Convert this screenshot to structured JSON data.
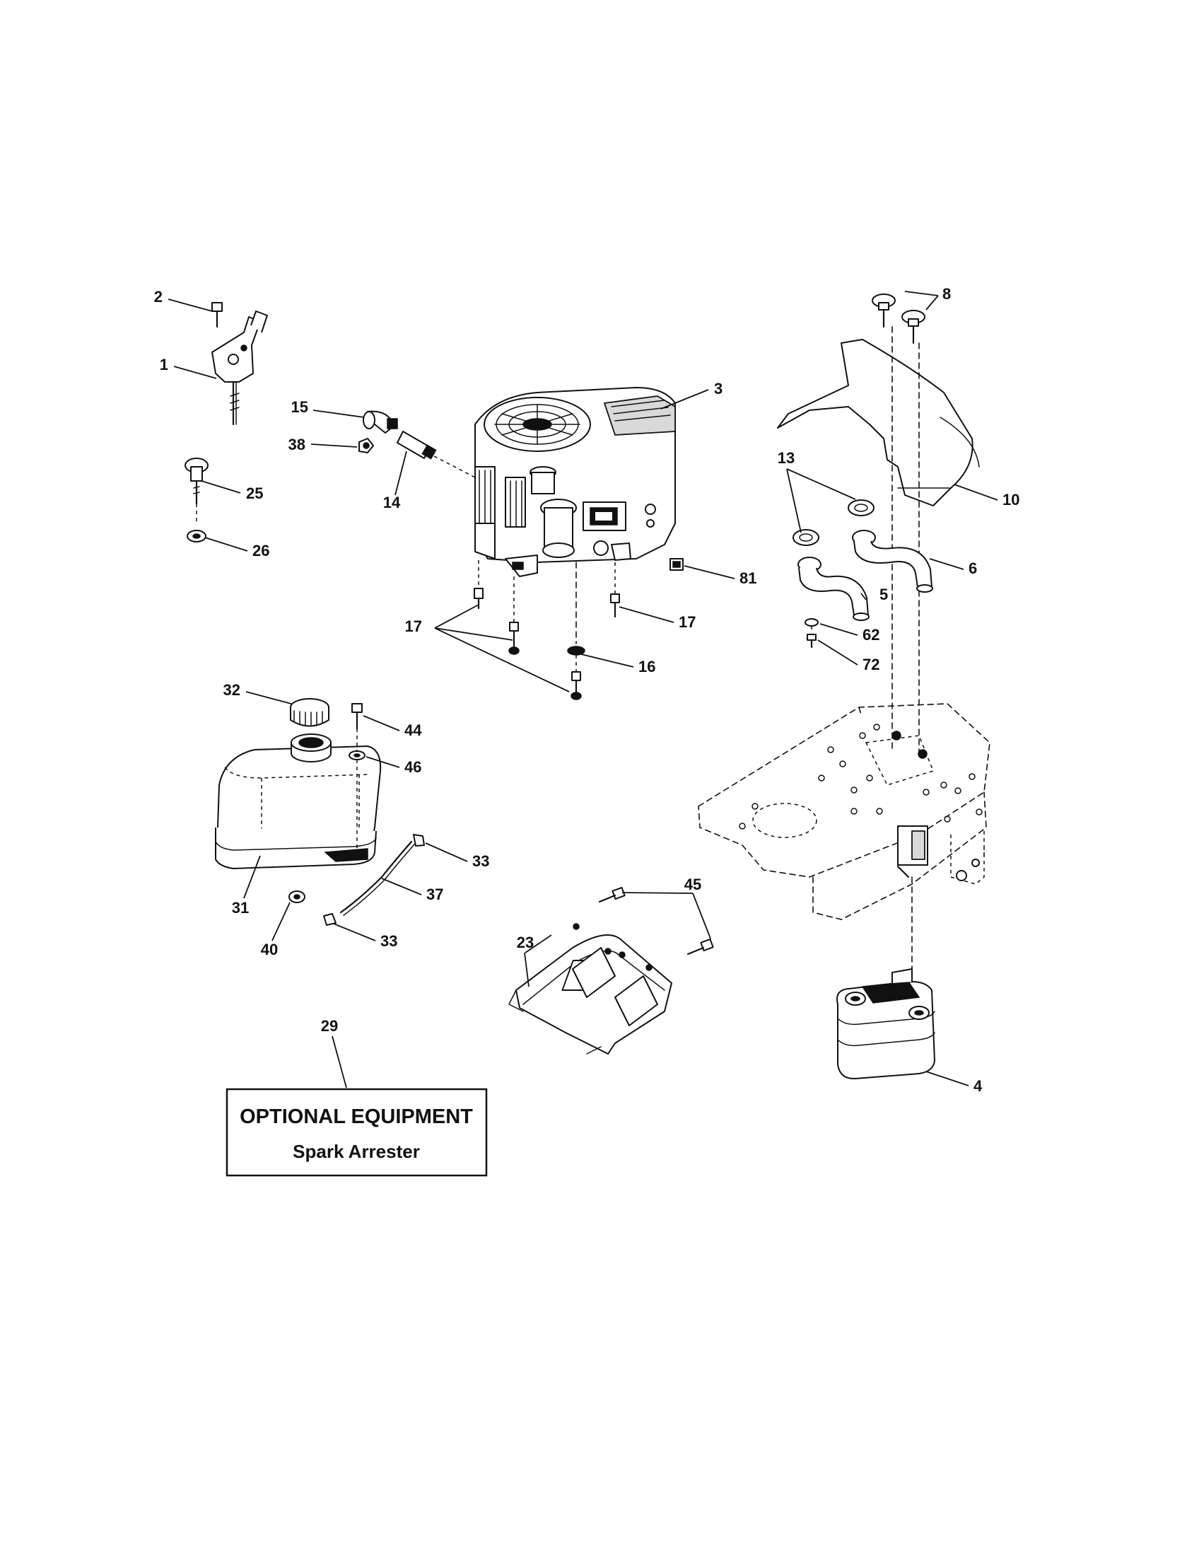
{
  "callouts": {
    "c1": "1",
    "c2": "2",
    "c3": "3",
    "c4": "4",
    "c5": "5",
    "c6": "6",
    "c8": "8",
    "c10": "10",
    "c13": "13",
    "c14": "14",
    "c15": "15",
    "c16": "16",
    "c17a": "17",
    "c17b": "17",
    "c23": "23",
    "c25": "25",
    "c26": "26",
    "c29": "29",
    "c31": "31",
    "c32": "32",
    "c33a": "33",
    "c33b": "33",
    "c37": "37",
    "c38": "38",
    "c40": "40",
    "c44": "44",
    "c45": "45",
    "c46": "46",
    "c62": "62",
    "c72": "72",
    "c81": "81"
  },
  "optional_box": {
    "title": "OPTIONAL EQUIPMENT",
    "subtitle": "Spark Arrester"
  }
}
